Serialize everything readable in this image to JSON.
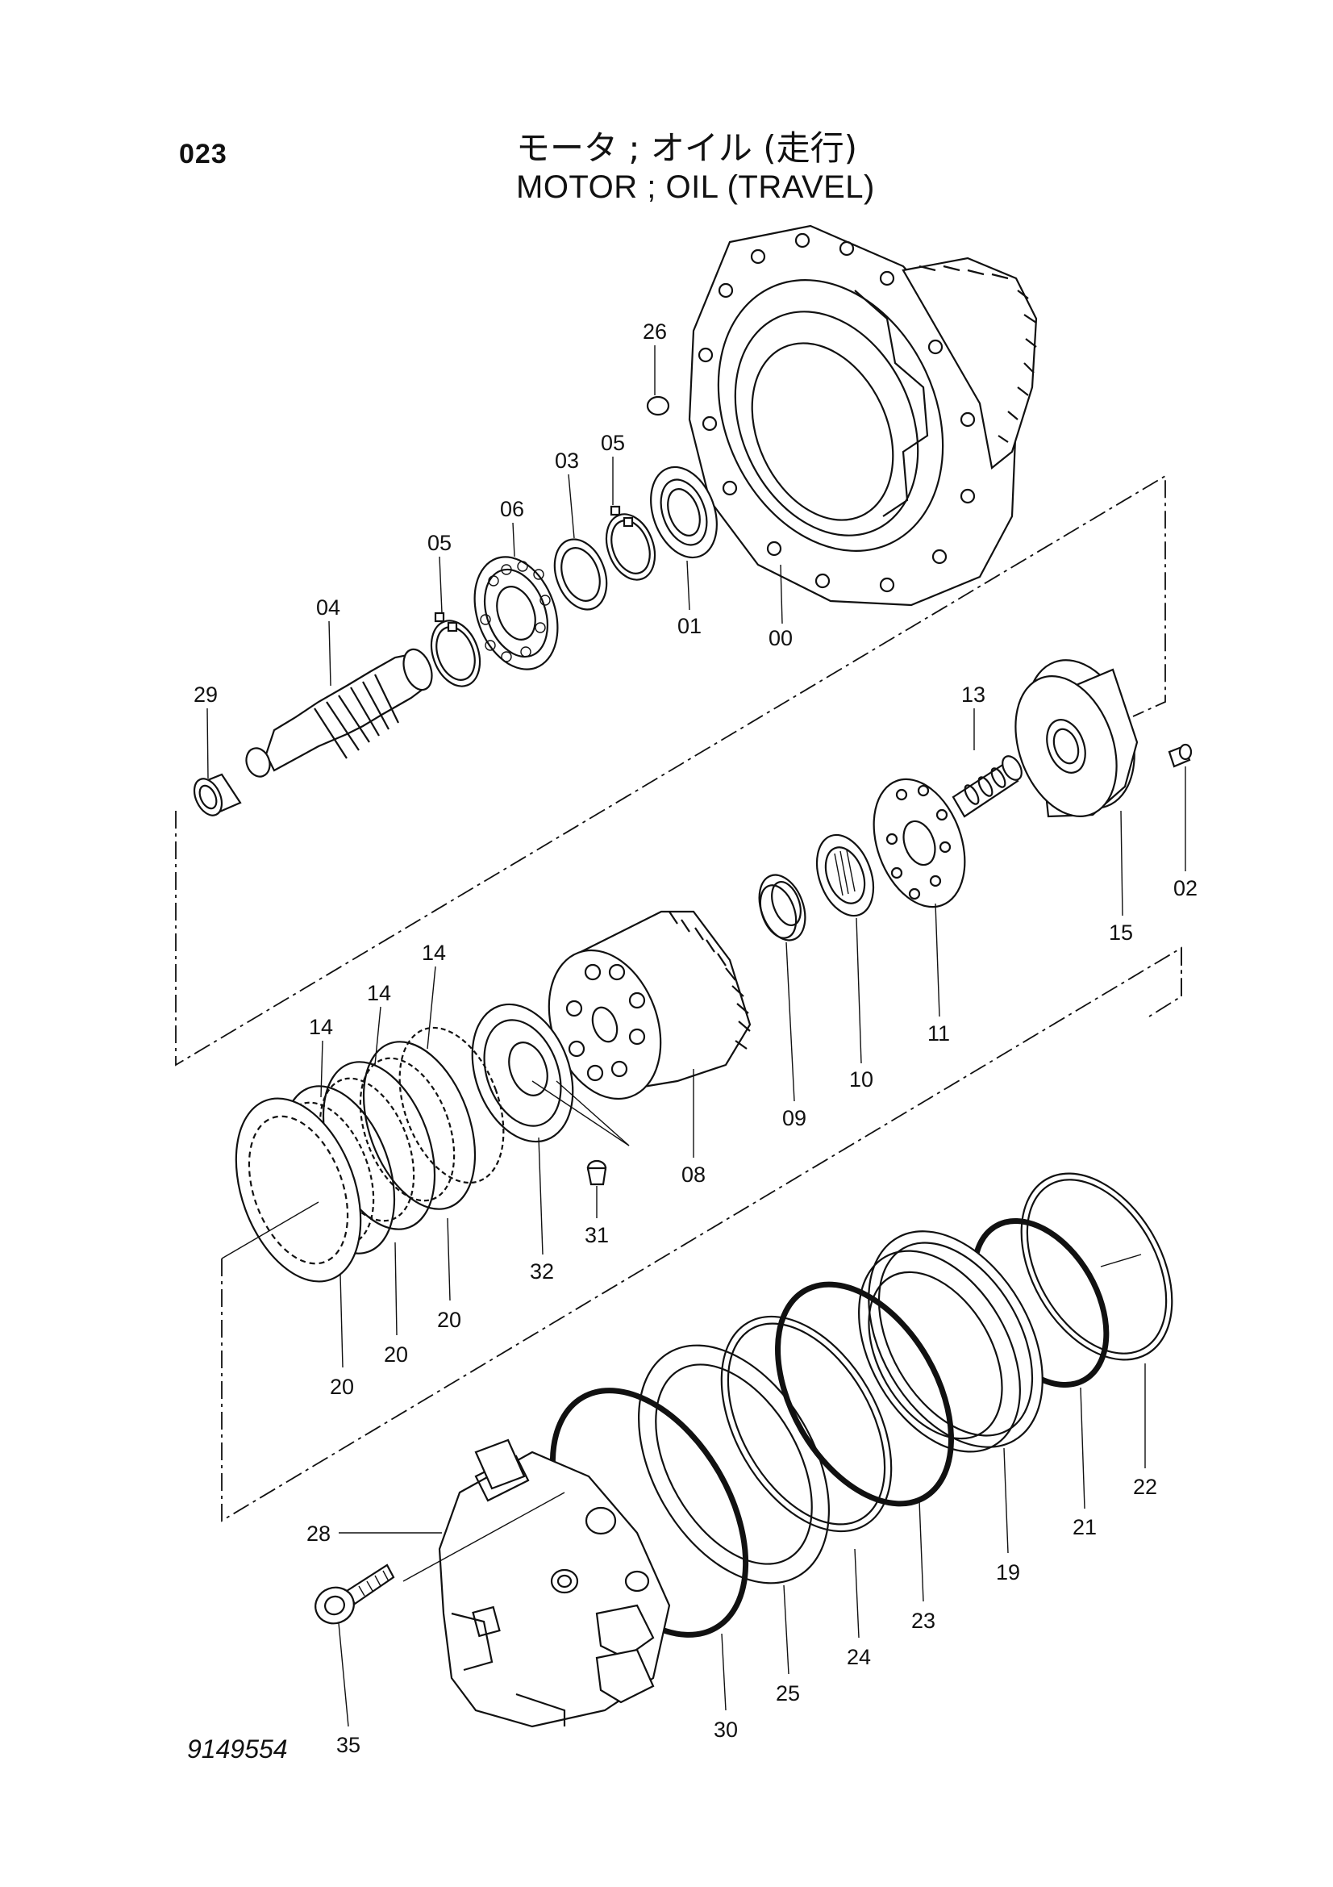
{
  "header": {
    "page_number": "023",
    "title_japanese": "モータ ; オイル (走行)",
    "title_english": "MOTOR ; OIL (TRAVEL)"
  },
  "footer": {
    "figure_number": "9149554"
  },
  "parts": [
    {
      "id": "p00",
      "label": "00"
    },
    {
      "id": "p01",
      "label": "01"
    },
    {
      "id": "p02",
      "label": "02"
    },
    {
      "id": "p03",
      "label": "03"
    },
    {
      "id": "p04",
      "label": "04"
    },
    {
      "id": "p05a",
      "label": "05"
    },
    {
      "id": "p05b",
      "label": "05"
    },
    {
      "id": "p06",
      "label": "06"
    },
    {
      "id": "p08",
      "label": "08"
    },
    {
      "id": "p09",
      "label": "09"
    },
    {
      "id": "p10",
      "label": "10"
    },
    {
      "id": "p11",
      "label": "11"
    },
    {
      "id": "p13",
      "label": "13"
    },
    {
      "id": "p14a",
      "label": "14"
    },
    {
      "id": "p14b",
      "label": "14"
    },
    {
      "id": "p14c",
      "label": "14"
    },
    {
      "id": "p15",
      "label": "15"
    },
    {
      "id": "p19",
      "label": "19"
    },
    {
      "id": "p20a",
      "label": "20"
    },
    {
      "id": "p20b",
      "label": "20"
    },
    {
      "id": "p20c",
      "label": "20"
    },
    {
      "id": "p21",
      "label": "21"
    },
    {
      "id": "p22",
      "label": "22"
    },
    {
      "id": "p23",
      "label": "23"
    },
    {
      "id": "p24",
      "label": "24"
    },
    {
      "id": "p25",
      "label": "25"
    },
    {
      "id": "p26",
      "label": "26"
    },
    {
      "id": "p28",
      "label": "28"
    },
    {
      "id": "p29",
      "label": "29"
    },
    {
      "id": "p30",
      "label": "30"
    },
    {
      "id": "p31",
      "label": "31"
    },
    {
      "id": "p32",
      "label": "32"
    },
    {
      "id": "p35",
      "label": "35"
    }
  ]
}
